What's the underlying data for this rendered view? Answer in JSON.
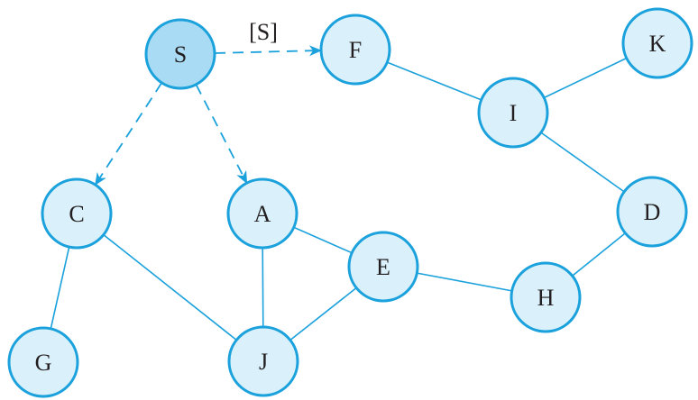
{
  "colors": {
    "edge": "#1ba1dc",
    "node_stroke": "#1ba1dc",
    "node_fill": "#daf0fa",
    "node_fill_active": "#a9dcf4",
    "text": "#231f20"
  },
  "nodes": [
    {
      "id": "S",
      "label": "S",
      "active": true
    },
    {
      "id": "F",
      "label": "F",
      "active": false
    },
    {
      "id": "K",
      "label": "K",
      "active": false
    },
    {
      "id": "I",
      "label": "I",
      "active": false
    },
    {
      "id": "C",
      "label": "C",
      "active": false
    },
    {
      "id": "A",
      "label": "A",
      "active": false
    },
    {
      "id": "D",
      "label": "D",
      "active": false
    },
    {
      "id": "E",
      "label": "E",
      "active": false
    },
    {
      "id": "H",
      "label": "H",
      "active": false
    },
    {
      "id": "G",
      "label": "G",
      "active": false
    },
    {
      "id": "J",
      "label": "J",
      "active": false
    }
  ],
  "edges": [
    {
      "from": "S",
      "to": "F",
      "style": "dashed-arrow",
      "label": "[S]"
    },
    {
      "from": "S",
      "to": "C",
      "style": "dashed-arrow"
    },
    {
      "from": "S",
      "to": "A",
      "style": "dashed-arrow"
    },
    {
      "from": "F",
      "to": "I",
      "style": "solid"
    },
    {
      "from": "I",
      "to": "K",
      "style": "solid"
    },
    {
      "from": "I",
      "to": "D",
      "style": "solid"
    },
    {
      "from": "D",
      "to": "H",
      "style": "solid"
    },
    {
      "from": "H",
      "to": "E",
      "style": "solid"
    },
    {
      "from": "E",
      "to": "A",
      "style": "solid"
    },
    {
      "from": "E",
      "to": "J",
      "style": "solid"
    },
    {
      "from": "A",
      "to": "J",
      "style": "solid"
    },
    {
      "from": "C",
      "to": "J",
      "style": "solid"
    },
    {
      "from": "C",
      "to": "G",
      "style": "solid"
    }
  ]
}
